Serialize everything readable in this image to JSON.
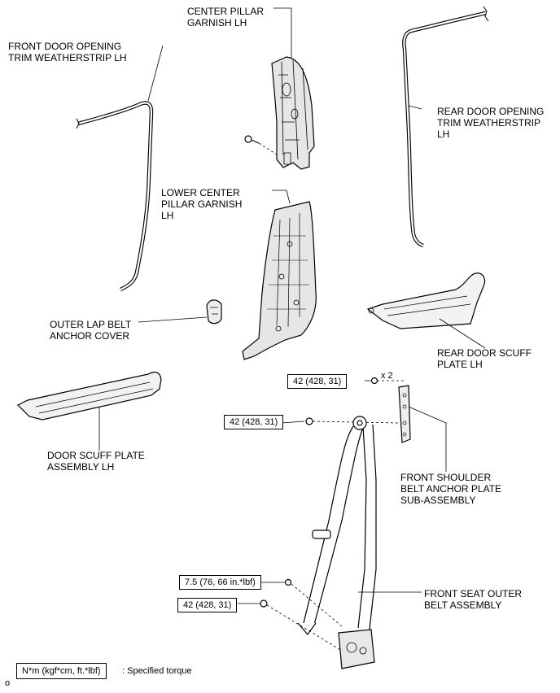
{
  "labels": {
    "center_pillar": "CENTER PILLAR\nGARNISH LH",
    "front_weatherstrip": "FRONT DOOR OPENING\nTRIM WEATHERSTRIP LH",
    "rear_weatherstrip": "REAR DOOR OPENING\nTRIM WEATHERSTRIP\nLH",
    "lower_center_pillar": "LOWER CENTER\nPILLAR GARNISH\nLH",
    "outer_lap_belt": "OUTER LAP BELT\nANCHOR COVER",
    "rear_scuff": "REAR DOOR SCUFF\nPLATE LH",
    "door_scuff": "DOOR SCUFF PLATE\nASSEMBLY LH",
    "shoulder_anchor": "FRONT SHOULDER\nBELT ANCHOR PLATE\nSUB-ASSEMBLY",
    "seat_belt": "FRONT SEAT OUTER\nBELT ASSEMBLY"
  },
  "torques": {
    "t1": "42 (428, 31)",
    "t2": "42 (428, 31)",
    "t3": "7.5 (76, 66 in.*lbf)",
    "t4": "42 (428, 31)"
  },
  "quantity": "x 2",
  "legend": {
    "box": "N*m (kgf*cm, ft.*lbf)",
    "text": ": Specified torque"
  },
  "corner_mark": "o"
}
